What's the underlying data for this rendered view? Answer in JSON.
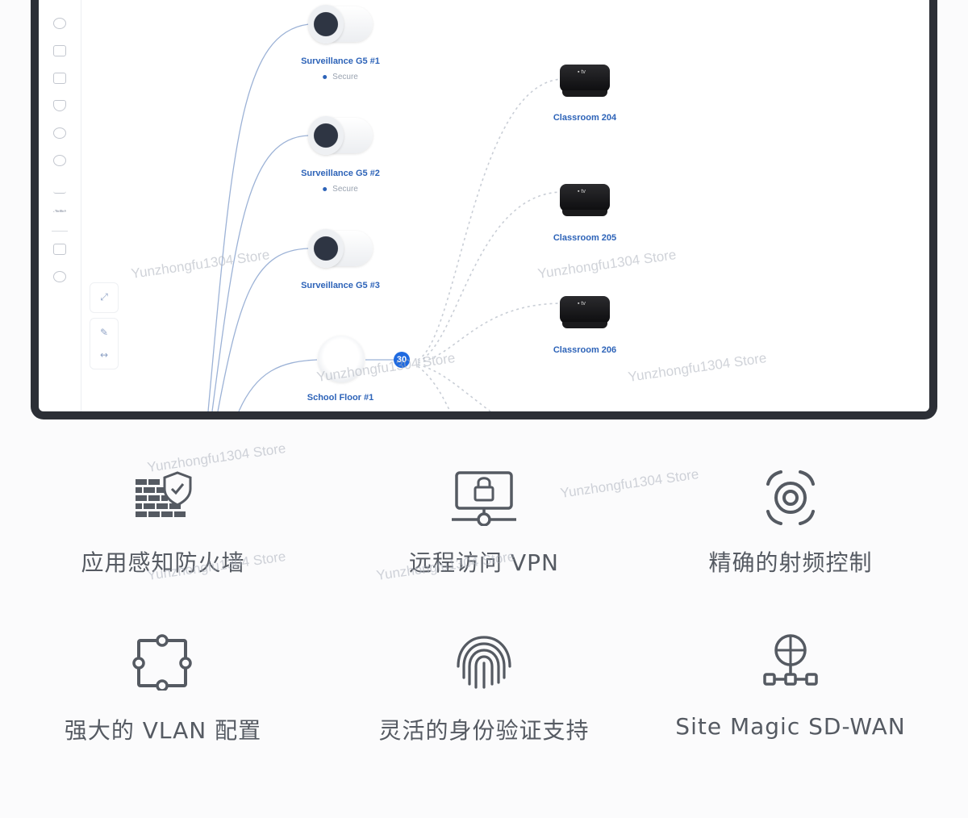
{
  "topology": {
    "cameras": [
      {
        "label": "Surveillance G5 #1",
        "status": "Secure"
      },
      {
        "label": "Surveillance G5 #2",
        "status": "Secure"
      },
      {
        "label": "Surveillance G5 #3",
        "status": ""
      }
    ],
    "access_point": {
      "label": "School Floor #1",
      "client_count": "30"
    },
    "clients": [
      {
        "label": "Classroom 204"
      },
      {
        "label": "Classroom 205"
      },
      {
        "label": "Classroom 206"
      }
    ],
    "apple_tv_logo": "▪ tv"
  },
  "features": [
    {
      "label": "应用感知防火墙",
      "icon": "firewall-shield-icon"
    },
    {
      "label": "远程访问 VPN",
      "icon": "vpn-lock-monitor-icon"
    },
    {
      "label": "精确的射频控制",
      "icon": "rf-target-icon"
    },
    {
      "label": "强大的 VLAN 配置",
      "icon": "vlan-square-icon"
    },
    {
      "label": "灵活的身份验证支持",
      "icon": "fingerprint-icon"
    },
    {
      "label": "Site Magic SD-WAN",
      "icon": "globe-network-icon"
    }
  ],
  "watermark": "Yunzhongfu1304 Store",
  "colors": {
    "accent": "#2d63b8",
    "badge": "#1f6ae0",
    "text": "#555a62",
    "bezel": "#2c2f36"
  }
}
